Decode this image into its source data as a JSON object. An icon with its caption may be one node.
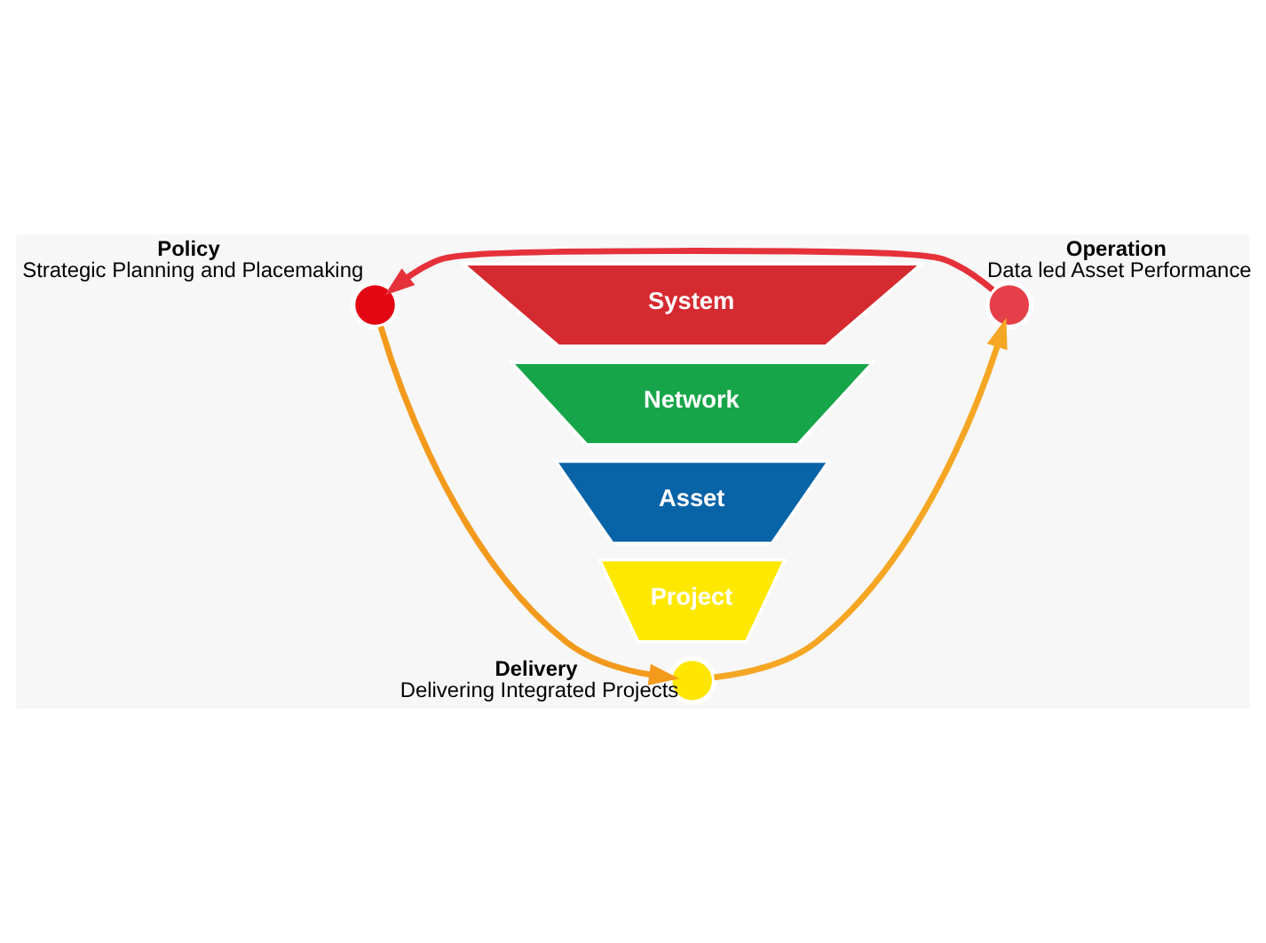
{
  "diagram": {
    "nodes": [
      {
        "text": [],
        "shape": "circle",
        "beside": [
          "Policy",
          "Strategic Planning and Placemaking"
        ]
      },
      {
        "text": [],
        "shape": "circle",
        "beside": [
          "Operation",
          "Data led Asset Performance"
        ]
      },
      {
        "text": [],
        "shape": "circle",
        "beside": [
          "Delivery",
          "Delivering Integrated Projects"
        ]
      },
      {
        "text": [
          "System"
        ]
      },
      {
        "text": [
          "Network"
        ]
      },
      {
        "text": [
          "Asset"
        ]
      },
      {
        "text": [
          "Project"
        ]
      }
    ],
    "edges": [
      {
        "from": 1,
        "to": 0,
        "arrow": "to",
        "color": "#e5313a"
      },
      {
        "from": 0,
        "to": 2,
        "arrow": "to",
        "color": "#f39a1d"
      },
      {
        "from": 2,
        "to": 1,
        "arrow": "to",
        "color": "#f5a623"
      }
    ]
  }
}
